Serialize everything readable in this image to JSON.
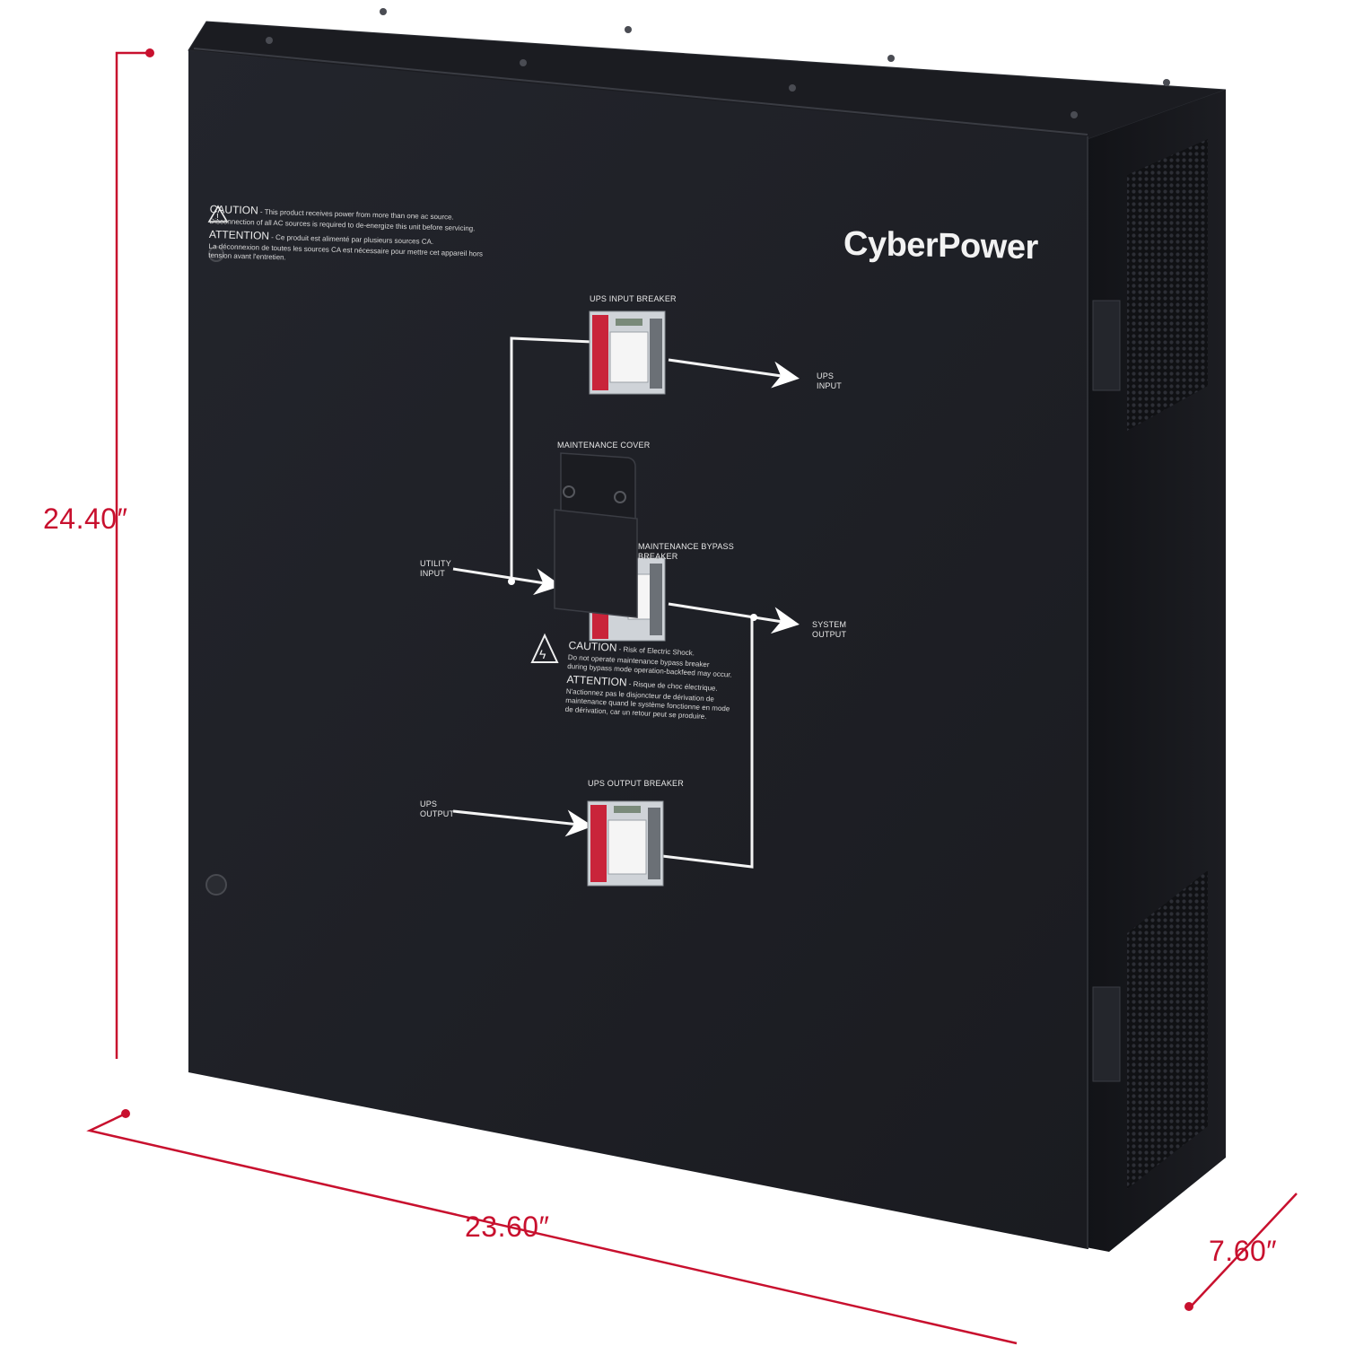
{
  "dimensions": {
    "height": "24.40″",
    "width": "23.60″",
    "depth": "7.60″"
  },
  "brand": "CyberPower",
  "colors": {
    "dimension": "#c8102e",
    "cabinet_front": "#1d1f25",
    "cabinet_side": "#15161a",
    "diagram_line": "#ffffff"
  },
  "labels": {
    "ups_input_breaker": "UPS INPUT BREAKER",
    "ups_input": "UPS\nINPUT",
    "maintenance_cover": "MAINTENANCE COVER",
    "maintenance_bypass_breaker": "MAINTENANCE BYPASS\nBREAKER",
    "utility_input": "UTILITY\nINPUT",
    "system_output": "SYSTEM\nOUTPUT",
    "ups_output_breaker": "UPS OUTPUT BREAKER",
    "ups_output": "UPS\nOUTPUT"
  },
  "top_caution": {
    "caution_title": "CAUTION",
    "caution_text": " - This product receives power from more than one ac source.",
    "caution_line2": "Disconnection of all AC sources is required to de-energize this unit before servicing.",
    "attention_title": "ATTENTION",
    "attention_text": " - Ce produit est alimenté par plusieurs sources CA.",
    "attention_line2": "La déconnexion de toutes les sources CA est nécessaire pour mettre cet appareil hors",
    "attention_line3": "tension avant l'entretien."
  },
  "mid_caution": {
    "caution_title": "CAUTION",
    "caution_text": " - Risk of Electric Shock.",
    "caution_line2": "Do not operate maintenance bypass breaker",
    "caution_line3": "during bypass mode operation-backfeed may occur.",
    "attention_title": "ATTENTION",
    "attention_text": " - Risque de choc électrique.",
    "attention_line2": "N'actionnez pas le disjoncteur de dérivation de",
    "attention_line3": "maintenance quand le système fonctionne en mode",
    "attention_line4": "de dérivation, car un retour peut se produire."
  }
}
